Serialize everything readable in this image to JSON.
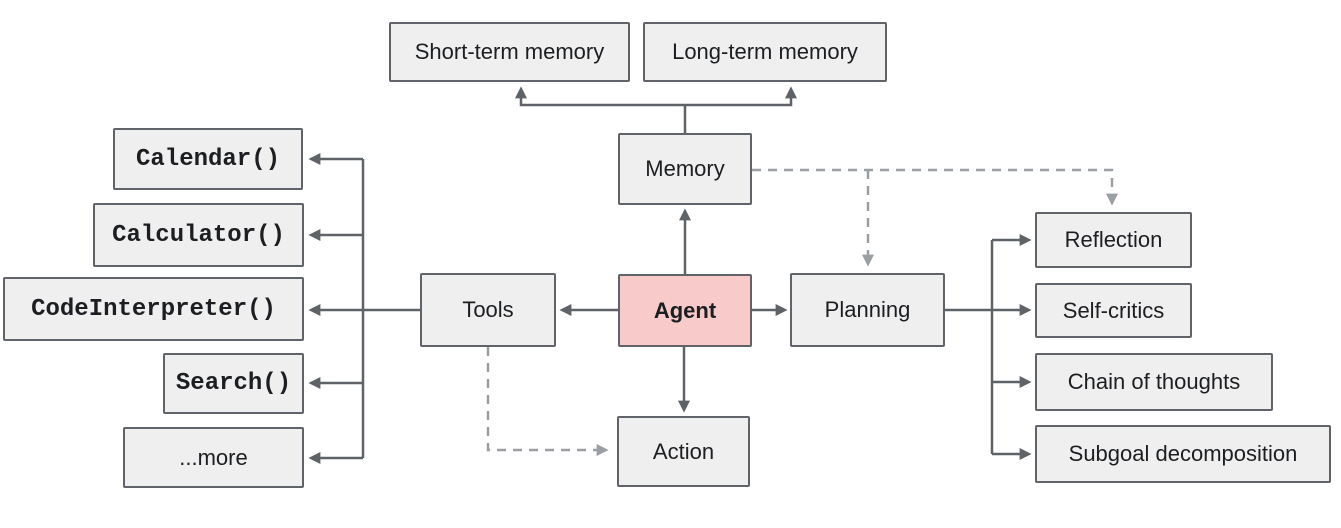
{
  "diagram": {
    "type": "flowchart",
    "nodes": {
      "short_term_memory": {
        "label": "Short-term memory"
      },
      "long_term_memory": {
        "label": "Long-term memory"
      },
      "memory": {
        "label": "Memory"
      },
      "agent": {
        "label": "Agent"
      },
      "tools": {
        "label": "Tools"
      },
      "planning": {
        "label": "Planning"
      },
      "action": {
        "label": "Action"
      },
      "calendar": {
        "label": "Calendar()"
      },
      "calculator": {
        "label": "Calculator()"
      },
      "code_interpreter": {
        "label": "CodeInterpreter()"
      },
      "search": {
        "label": "Search()"
      },
      "more": {
        "label": "...more"
      },
      "reflection": {
        "label": "Reflection"
      },
      "self_critics": {
        "label": "Self-critics"
      },
      "chain_of_thoughts": {
        "label": "Chain of thoughts"
      },
      "subgoal_decomposition": {
        "label": "Subgoal decomposition"
      }
    },
    "edges": [
      {
        "from": "memory",
        "to": "short_term_memory",
        "style": "solid"
      },
      {
        "from": "memory",
        "to": "long_term_memory",
        "style": "solid"
      },
      {
        "from": "agent",
        "to": "memory",
        "style": "solid"
      },
      {
        "from": "agent",
        "to": "tools",
        "style": "solid"
      },
      {
        "from": "agent",
        "to": "planning",
        "style": "solid"
      },
      {
        "from": "agent",
        "to": "action",
        "style": "solid"
      },
      {
        "from": "tools",
        "to": "calendar",
        "style": "solid"
      },
      {
        "from": "tools",
        "to": "calculator",
        "style": "solid"
      },
      {
        "from": "tools",
        "to": "code_interpreter",
        "style": "solid"
      },
      {
        "from": "tools",
        "to": "search",
        "style": "solid"
      },
      {
        "from": "tools",
        "to": "more",
        "style": "solid"
      },
      {
        "from": "planning",
        "to": "reflection",
        "style": "solid"
      },
      {
        "from": "planning",
        "to": "self_critics",
        "style": "solid"
      },
      {
        "from": "planning",
        "to": "chain_of_thoughts",
        "style": "solid"
      },
      {
        "from": "planning",
        "to": "subgoal_decomposition",
        "style": "solid"
      },
      {
        "from": "memory",
        "to": "planning",
        "style": "dashed"
      },
      {
        "from": "memory",
        "to": "reflection",
        "style": "dashed"
      },
      {
        "from": "tools",
        "to": "action",
        "style": "dashed"
      }
    ],
    "colors": {
      "box_fill": "#efefef",
      "box_border": "#606468",
      "agent_fill": "#f8caca",
      "solid_line": "#5f6368",
      "dashed_line": "#9b9fa3",
      "text": "#1c1e21",
      "background": "#ffffff"
    }
  }
}
